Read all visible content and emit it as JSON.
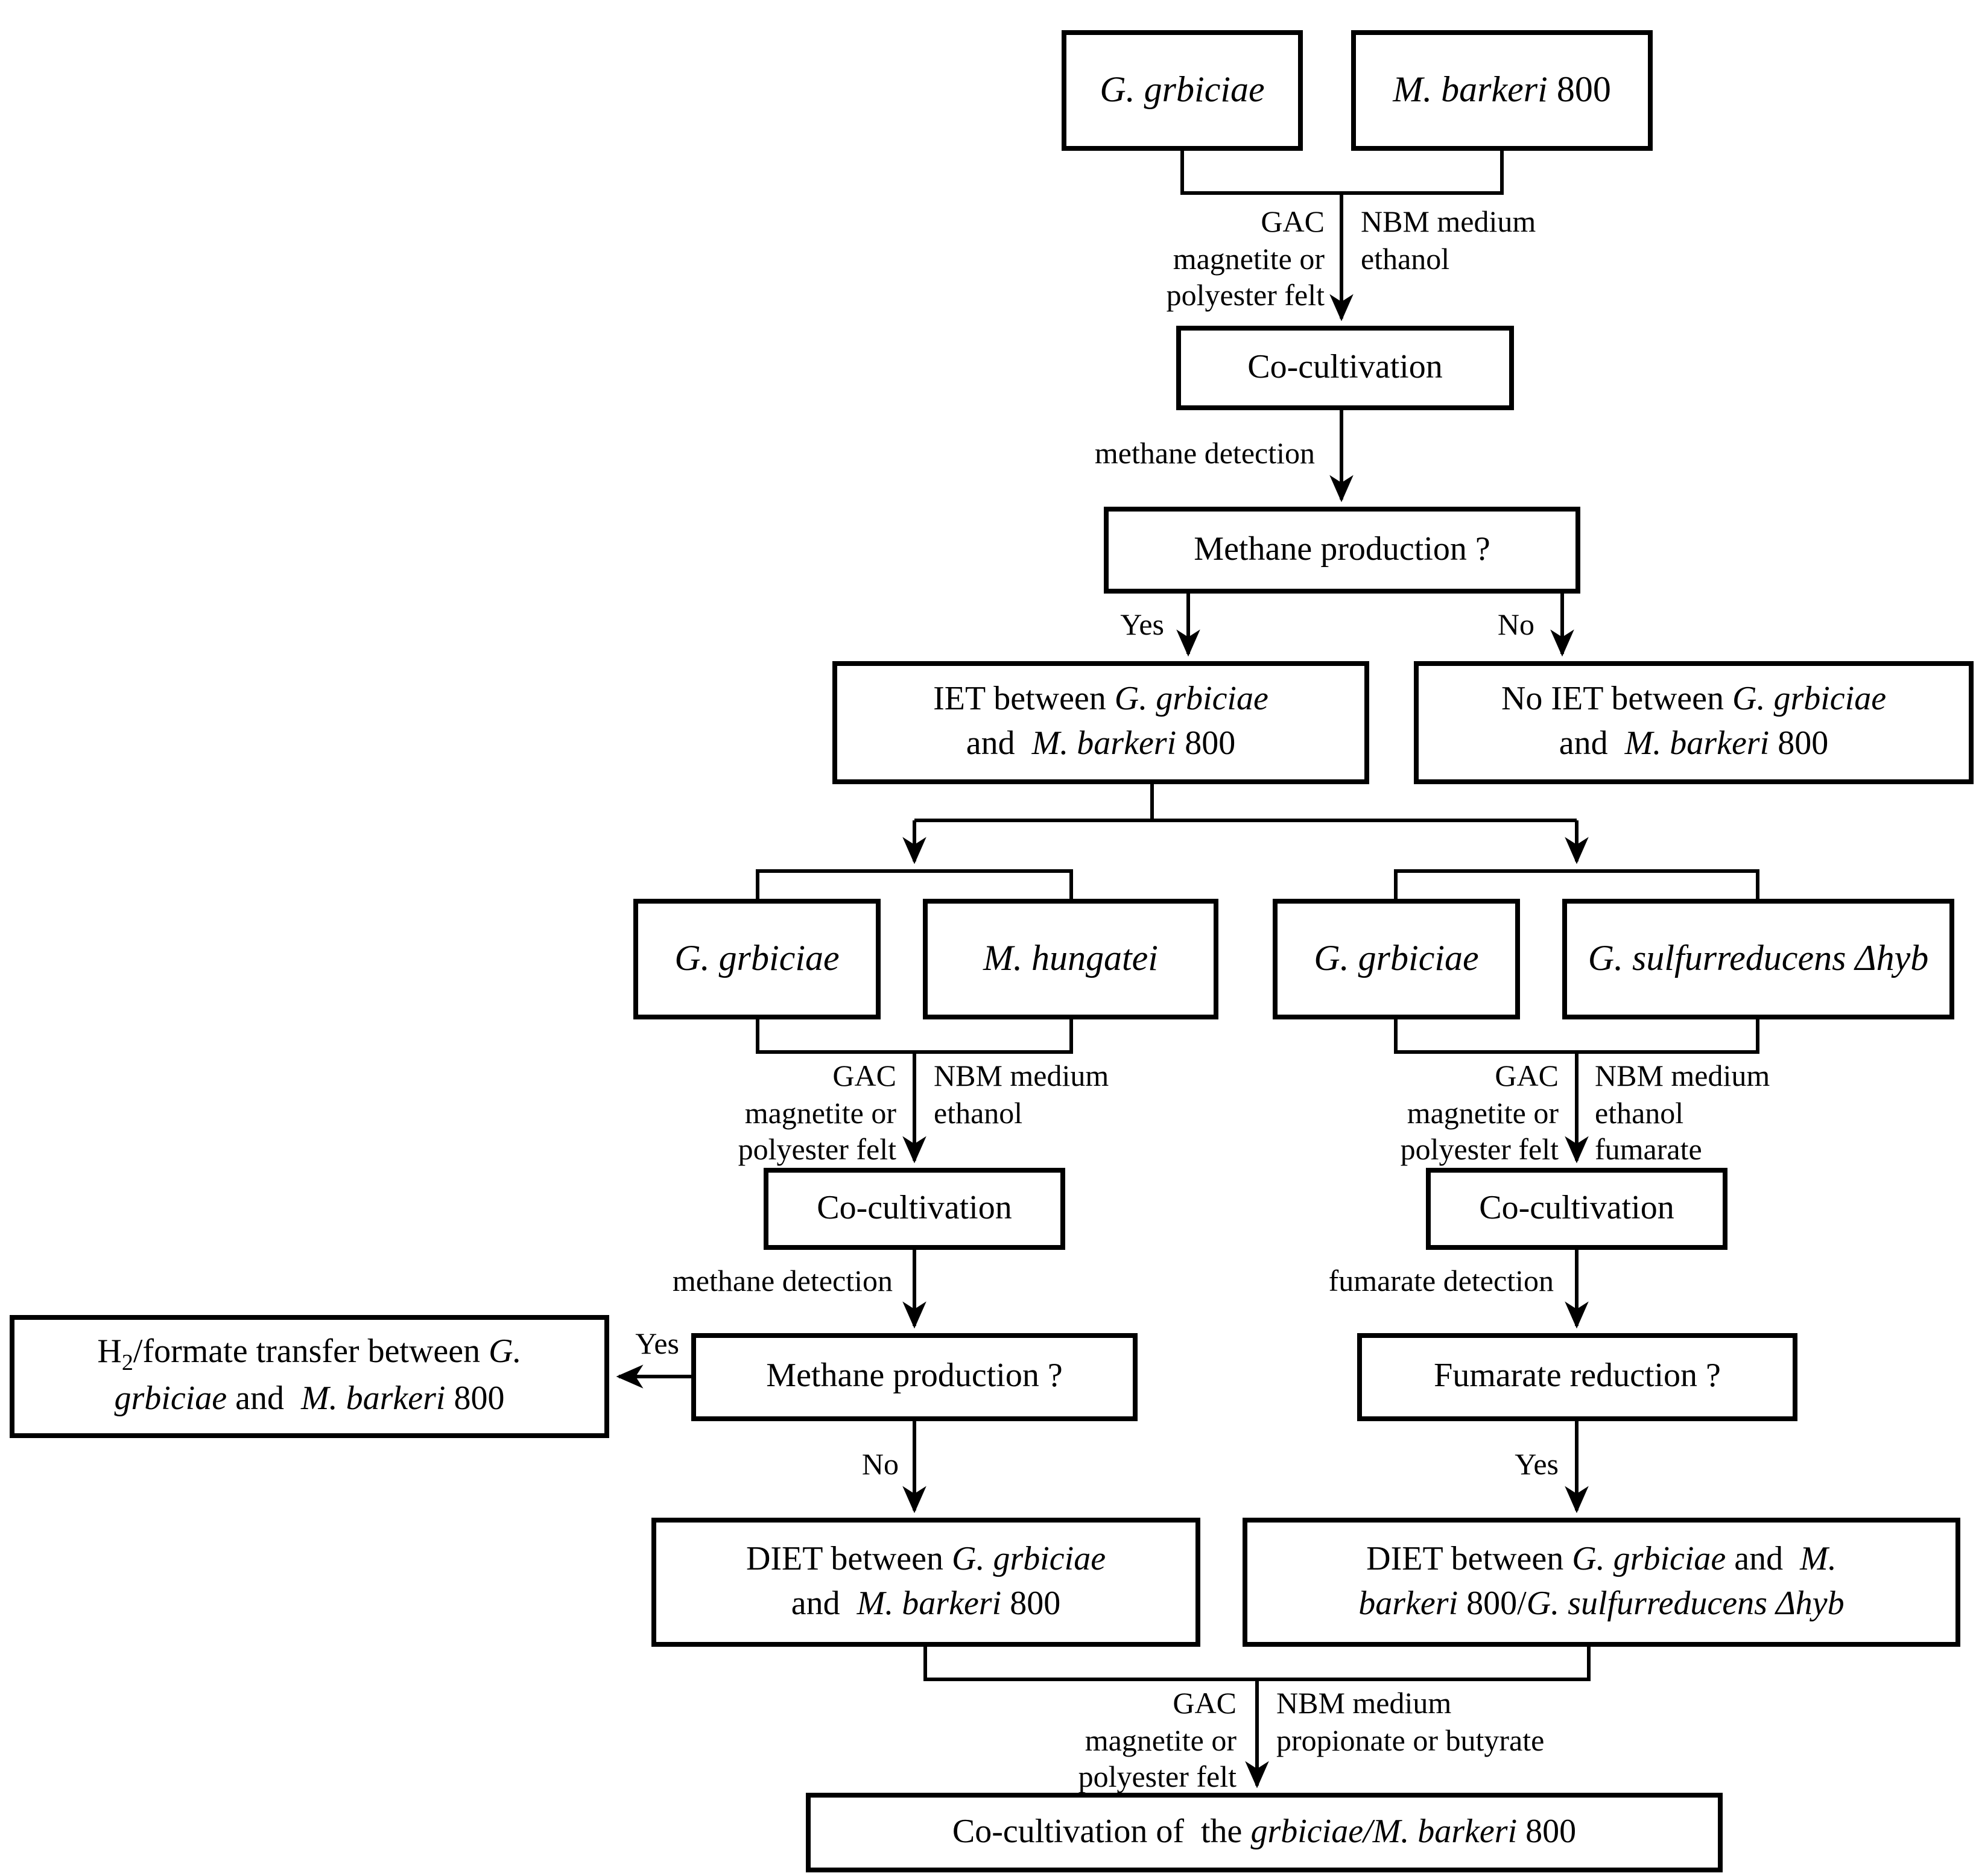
{
  "figure": {
    "type": "flowchart",
    "description": "Co-cultivation experimental design flowchart testing interspecies electron transfer (IET/DIET) between Geobacter and methanogen strains",
    "colors": {
      "ink": "#000000",
      "background": "#ffffff"
    }
  },
  "nodes": {
    "g_grbiciae_top": {
      "lines": [
        [
          {
            "t": "G. grbiciae",
            "i": true
          }
        ]
      ]
    },
    "m_barkeri_top": {
      "lines": [
        [
          {
            "t": "M. barkeri",
            "i": true
          },
          {
            "t": " 800"
          }
        ]
      ]
    },
    "co_cultivation_1": {
      "lines": [
        [
          {
            "t": "Co-cultivation"
          }
        ]
      ]
    },
    "methane_production_1": {
      "lines": [
        [
          {
            "t": "Methane production ?"
          }
        ]
      ]
    },
    "iet": {
      "lines": [
        [
          {
            "t": "IET between "
          },
          {
            "t": "G. grbiciae",
            "i": true
          }
        ],
        [
          {
            "t": "and  "
          },
          {
            "t": "M. barkeri",
            "i": true
          },
          {
            "t": " 800"
          }
        ]
      ]
    },
    "no_iet": {
      "lines": [
        [
          {
            "t": "No IET between "
          },
          {
            "t": "G. grbiciae",
            "i": true
          }
        ],
        [
          {
            "t": "and  "
          },
          {
            "t": "M. barkeri",
            "i": true
          },
          {
            "t": " 800"
          }
        ]
      ]
    },
    "g_grbiciae_left": {
      "lines": [
        [
          {
            "t": "G. grbiciae",
            "i": true
          }
        ]
      ]
    },
    "m_hungatei": {
      "lines": [
        [
          {
            "t": "M. hungatei",
            "i": true
          }
        ]
      ]
    },
    "g_grbiciae_right": {
      "lines": [
        [
          {
            "t": "G. grbiciae",
            "i": true
          }
        ]
      ]
    },
    "g_sulfurreducens": {
      "lines": [
        [
          {
            "t": "G. sulfurreducens Δhyb",
            "i": true
          }
        ]
      ]
    },
    "co_cultivation_2": {
      "lines": [
        [
          {
            "t": "Co-cultivation"
          }
        ]
      ]
    },
    "co_cultivation_3": {
      "lines": [
        [
          {
            "t": "Co-cultivation"
          }
        ]
      ]
    },
    "methane_production_2": {
      "lines": [
        [
          {
            "t": "Methane production ?"
          }
        ]
      ]
    },
    "fumarate_reduction": {
      "lines": [
        [
          {
            "t": "Fumarate reduction ?"
          }
        ]
      ]
    },
    "h2_formate": {
      "lines": [
        [
          {
            "t": "H"
          },
          {
            "t": "2",
            "sub": true
          },
          {
            "t": "/formate transfer between "
          },
          {
            "t": "G.",
            "i": true
          }
        ],
        [
          {
            "t": "grbiciae",
            "i": true
          },
          {
            "t": " and  "
          },
          {
            "t": "M. barkeri",
            "i": true
          },
          {
            "t": " 800"
          }
        ]
      ]
    },
    "diet_left": {
      "lines": [
        [
          {
            "t": "DIET between "
          },
          {
            "t": "G. grbiciae",
            "i": true
          }
        ],
        [
          {
            "t": "and  "
          },
          {
            "t": "M. barkeri",
            "i": true
          },
          {
            "t": " 800"
          }
        ]
      ]
    },
    "diet_right": {
      "lines": [
        [
          {
            "t": "DIET between "
          },
          {
            "t": "G. grbiciae",
            "i": true
          },
          {
            "t": " and  "
          },
          {
            "t": "M.",
            "i": true
          }
        ],
        [
          {
            "t": "barkeri",
            "i": true
          },
          {
            "t": " 800/"
          },
          {
            "t": "G. sulfurreducens Δhyb",
            "i": true
          }
        ]
      ]
    },
    "final": {
      "lines": [
        [
          {
            "t": "Co-cultivation of  the "
          },
          {
            "t": "grbiciae/M. barkeri",
            "i": true
          },
          {
            "t": " 800"
          }
        ]
      ]
    }
  },
  "edge_labels": {
    "gac_1": {
      "lines": [
        [
          {
            "t": "GAC"
          }
        ],
        [
          {
            "t": "magnetite or"
          }
        ],
        [
          {
            "t": "polyester felt"
          }
        ]
      ]
    },
    "nbm_1": {
      "lines": [
        [
          {
            "t": "NBM medium"
          }
        ],
        [
          {
            "t": "ethanol"
          }
        ]
      ]
    },
    "methane_detection_1": "methane detection",
    "yes_1": "Yes",
    "no_1": "No",
    "gac_2": {
      "lines": [
        [
          {
            "t": "GAC"
          }
        ],
        [
          {
            "t": "magnetite or"
          }
        ],
        [
          {
            "t": "polyester felt"
          }
        ]
      ]
    },
    "nbm_2": {
      "lines": [
        [
          {
            "t": "NBM medium"
          }
        ],
        [
          {
            "t": "ethanol"
          }
        ]
      ]
    },
    "gac_3": {
      "lines": [
        [
          {
            "t": "GAC"
          }
        ],
        [
          {
            "t": "magnetite or"
          }
        ],
        [
          {
            "t": "polyester felt"
          }
        ]
      ]
    },
    "nbm_3": {
      "lines": [
        [
          {
            "t": "NBM medium"
          }
        ],
        [
          {
            "t": "ethanol"
          }
        ],
        [
          {
            "t": "fumarate"
          }
        ]
      ]
    },
    "methane_detection_2": "methane detection",
    "fumarate_detection": "fumarate detection",
    "yes_2": "Yes",
    "no_2": "No",
    "yes_3": "Yes",
    "gac_4": {
      "lines": [
        [
          {
            "t": "GAC"
          }
        ],
        [
          {
            "t": "magnetite or"
          }
        ],
        [
          {
            "t": "polyester felt"
          }
        ]
      ]
    },
    "nbm_4": {
      "lines": [
        [
          {
            "t": "NBM medium"
          }
        ],
        [
          {
            "t": "propionate or butyrate"
          }
        ]
      ]
    }
  }
}
